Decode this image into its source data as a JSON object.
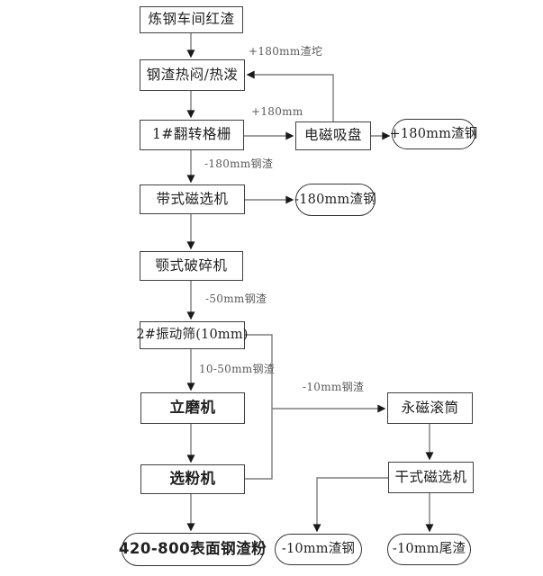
{
  "diagram": {
    "background_color": "#ffffff",
    "line_color": "#7d7d7d",
    "arrow_color": "#1a1a1a",
    "box_border_color": "#404040",
    "text_color": "#1f1f1f",
    "label_color": "#5a5a5a"
  },
  "nodes": {
    "red_slag": {
      "label": "炼钢车间红渣",
      "shape": "rect"
    },
    "hot_stew": {
      "label": "钢渣热闷/热泼",
      "shape": "rect"
    },
    "flip_grate": {
      "label": "1#翻转格栅",
      "shape": "rect"
    },
    "magnet_chuck": {
      "label": "电磁吸盘",
      "shape": "rect"
    },
    "plus180_steel": {
      "label": "+180mm渣钢",
      "shape": "stadium"
    },
    "belt_separator": {
      "label": "带式磁选机",
      "shape": "rect"
    },
    "minus180_steel": {
      "label": "-180mm渣钢",
      "shape": "stadium"
    },
    "jaw_crusher": {
      "label": "颚式破碎机",
      "shape": "rect"
    },
    "vibrating_screen": {
      "label": "2#振动筛(10mm)",
      "shape": "rect"
    },
    "vertical_mill": {
      "label": "立磨机",
      "shape": "rect",
      "bold": true
    },
    "powder_separator": {
      "label": "选粉机",
      "shape": "rect",
      "bold": true
    },
    "magnet_drum": {
      "label": "永磁滚筒",
      "shape": "rect"
    },
    "dry_separator": {
      "label": "干式磁选机",
      "shape": "rect"
    },
    "slag_powder": {
      "label": "420-800表面钢渣粉",
      "shape": "stadium",
      "bold": true
    },
    "minus10_steel": {
      "label": "-10mm渣钢",
      "shape": "stadium"
    },
    "minus10_tail": {
      "label": "-10mm尾渣",
      "shape": "stadium"
    }
  },
  "edge_labels": {
    "plus180_lump": "+180mm渣坨",
    "plus180": "+180mm",
    "minus180_slag": "-180mm钢渣",
    "minus50_slag": "-50mm钢渣",
    "mid_slag": "10-50mm钢渣",
    "minus10_slag": "-10mm钢渣"
  },
  "edges": [
    {
      "from": "red_slag",
      "to": "hot_stew"
    },
    {
      "from": "hot_stew",
      "to": "flip_grate"
    },
    {
      "from": "flip_grate",
      "to": "magnet_chuck",
      "label": "+180mm"
    },
    {
      "from": "magnet_chuck",
      "to": "plus180_steel"
    },
    {
      "from": "magnet_chuck",
      "to": "hot_stew",
      "label": "+180mm渣坨"
    },
    {
      "from": "flip_grate",
      "to": "belt_separator",
      "label": "-180mm钢渣"
    },
    {
      "from": "belt_separator",
      "to": "minus180_steel"
    },
    {
      "from": "belt_separator",
      "to": "jaw_crusher"
    },
    {
      "from": "jaw_crusher",
      "to": "vibrating_screen",
      "label": "-50mm钢渣"
    },
    {
      "from": "vibrating_screen",
      "to": "vertical_mill",
      "label": "10-50mm钢渣"
    },
    {
      "from": "vibrating_screen",
      "to": "magnet_drum",
      "label": "-10mm钢渣"
    },
    {
      "from": "vibrating_screen",
      "to": "powder_separator",
      "label": "side connector"
    },
    {
      "from": "vertical_mill",
      "to": "powder_separator"
    },
    {
      "from": "powder_separator",
      "to": "slag_powder"
    },
    {
      "from": "magnet_drum",
      "to": "dry_separator"
    },
    {
      "from": "dry_separator",
      "to": "minus10_steel"
    },
    {
      "from": "dry_separator",
      "to": "minus10_tail"
    }
  ]
}
